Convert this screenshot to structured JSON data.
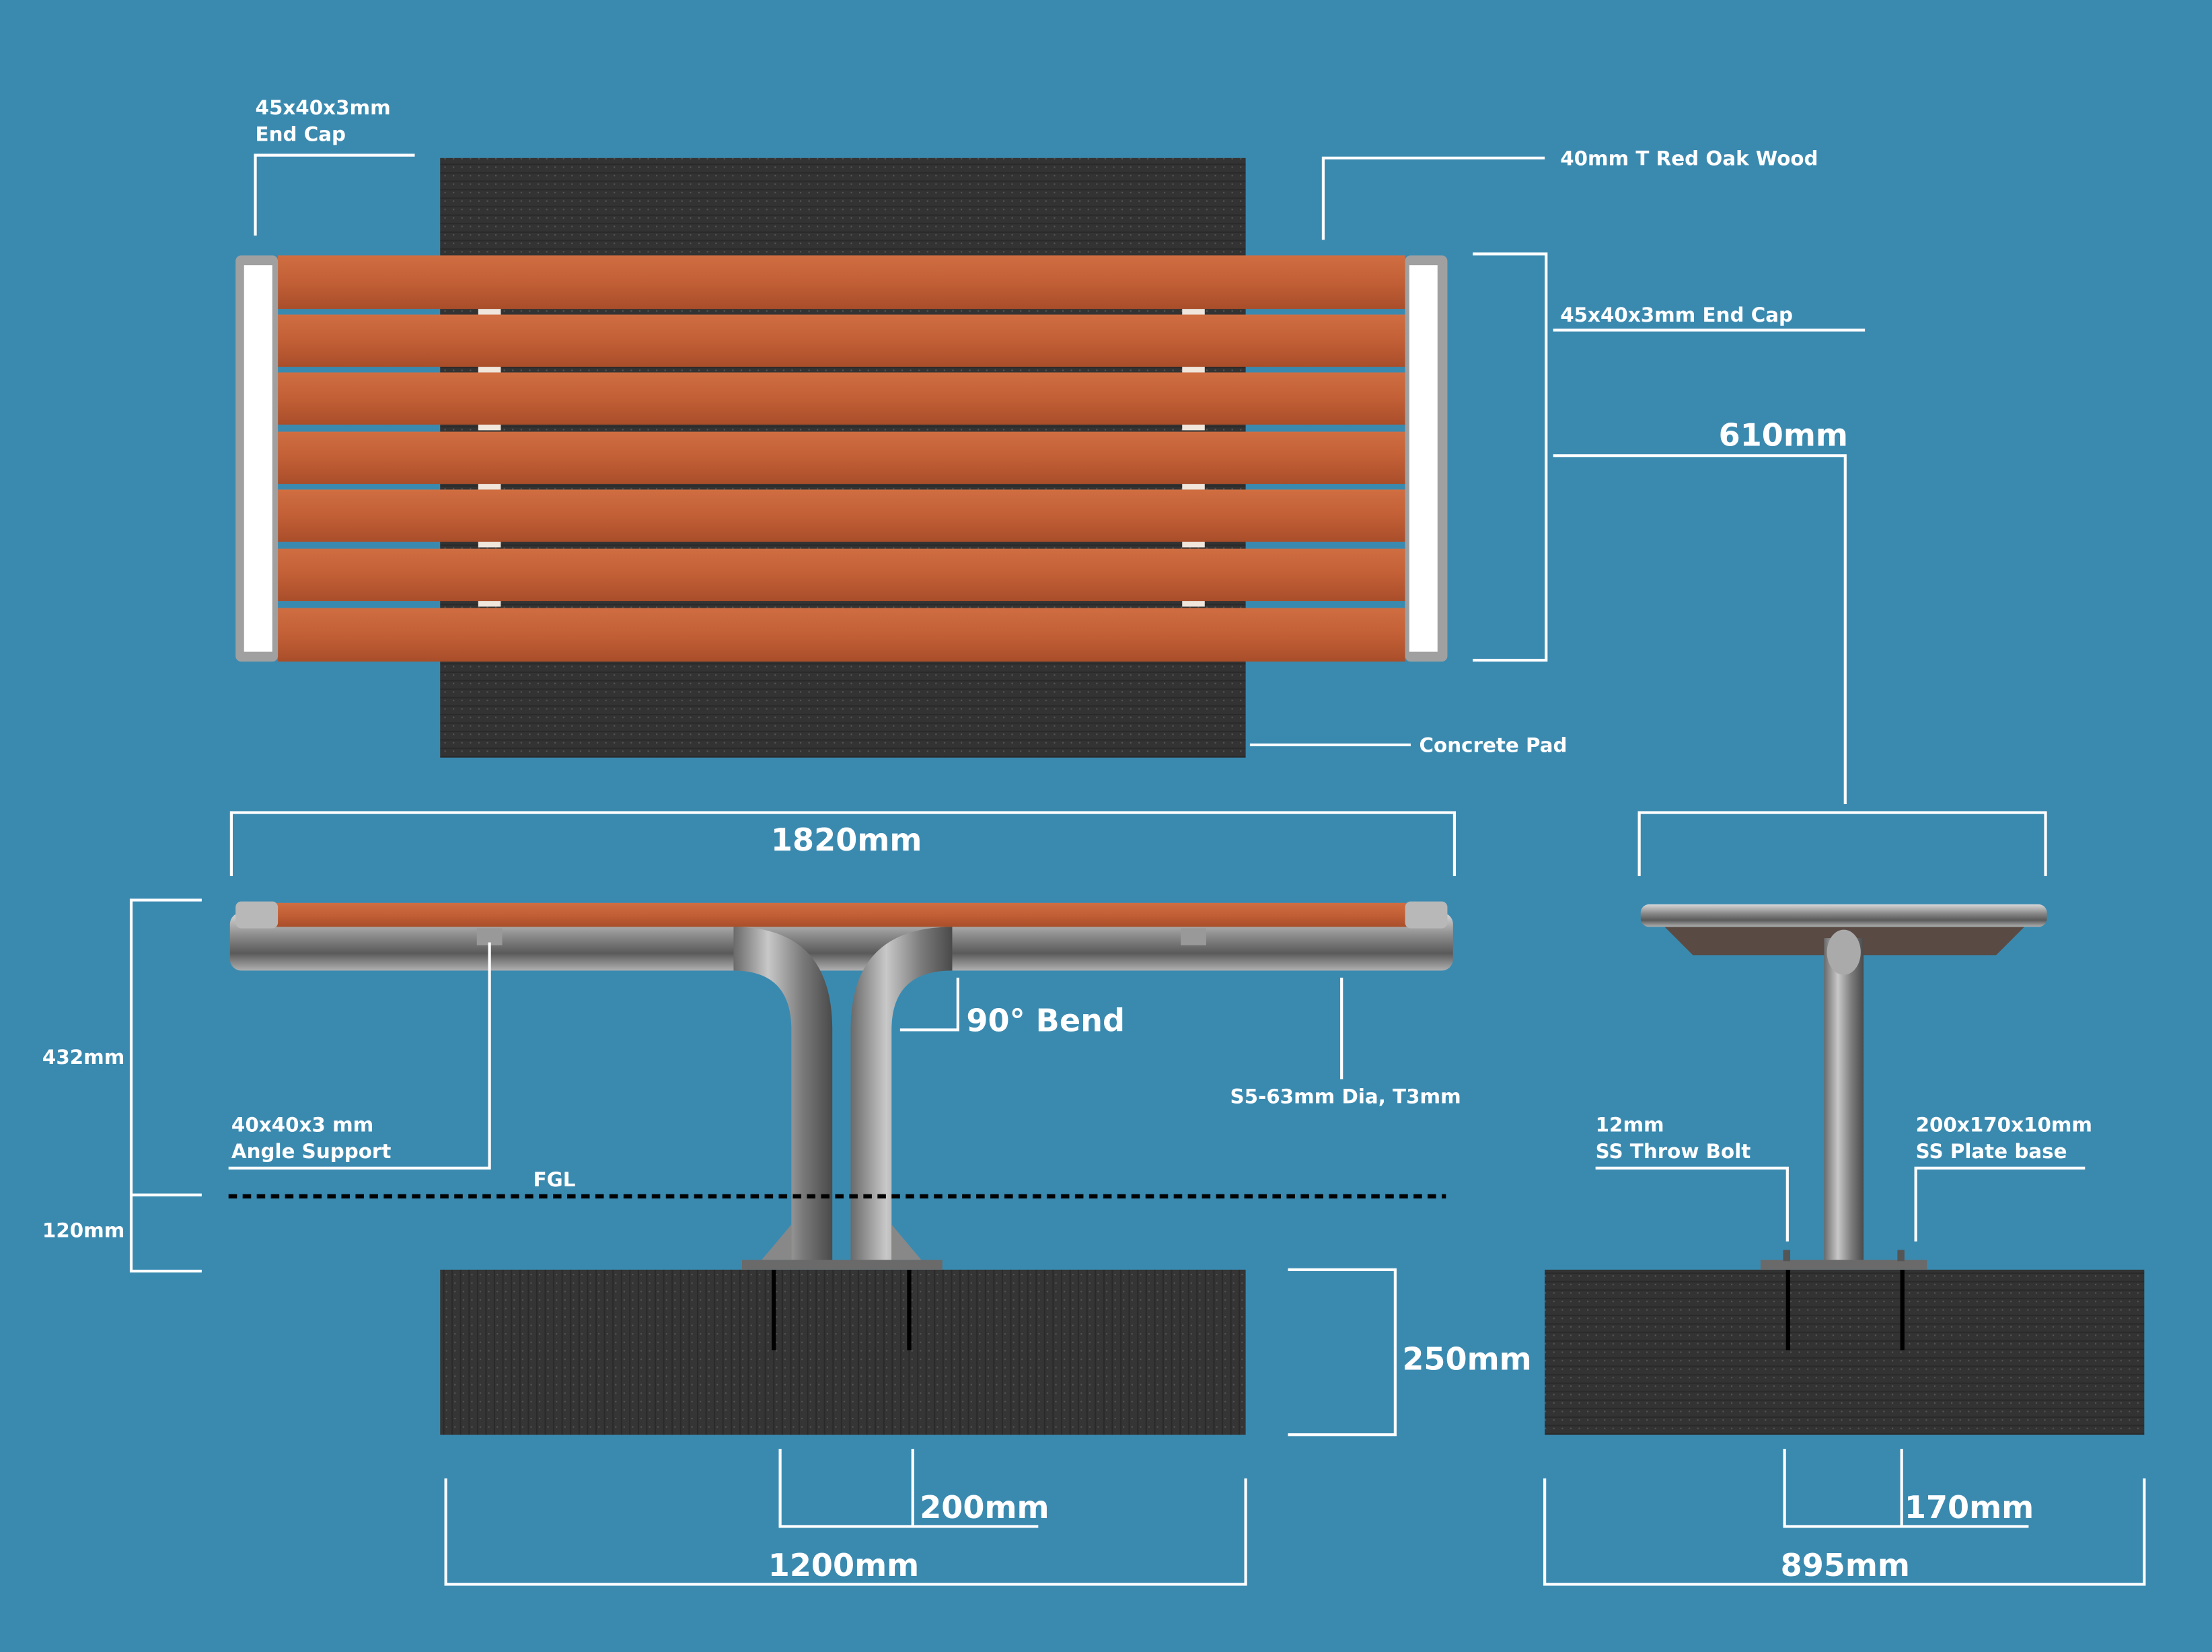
{
  "top_view": {
    "end_cap_label_line1": "45x40x3mm",
    "end_cap_label_line2": "End Cap",
    "wood_label": "40mm T Red Oak Wood",
    "end_cap_right_label": "45x40x3mm End Cap",
    "depth_dim": "610mm",
    "concrete_label": "Concrete Pad"
  },
  "front_view": {
    "length_dim": "1820mm",
    "height_dim": "432mm",
    "below_ground_dim": "120mm",
    "angle_support_line1": "40x40x3 mm",
    "angle_support_line2": "Angle Support",
    "fgl_label": "FGL",
    "bend_label": "90° Bend",
    "tube_label": "S5-63mm Dia, T3mm",
    "footing_depth_dim": "250mm",
    "bolt_spacing_dim": "200mm",
    "footing_length_dim": "1200mm"
  },
  "side_view": {
    "bolt_line1": "12mm",
    "bolt_line2": "SS Throw Bolt",
    "plate_line1": "200x170x10mm",
    "plate_line2": "SS Plate base",
    "bolt_spacing_dim": "170mm",
    "footing_width_dim": "895mm"
  },
  "colors": {
    "background": "#3a8ab0",
    "wood": "#c4643a",
    "concrete": "#2f2f2f",
    "steel": "#9a9a9a"
  }
}
